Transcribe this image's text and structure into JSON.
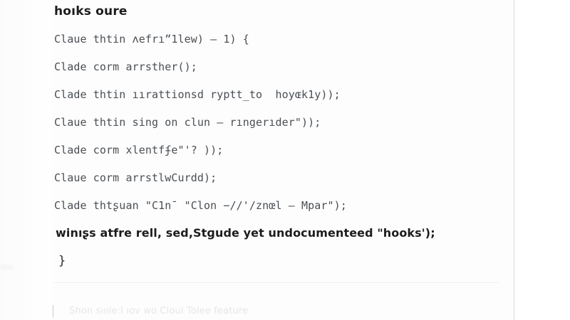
{
  "pane": {
    "name": "code-preview-pane"
  },
  "code": {
    "title": "hoıks oure",
    "lines": [
      "Claue thtin ʌefrıˮ1lew) — 1) {",
      "Clade corm arrsther();",
      "Clade thtin ıırattionsd ryptt_to  hoyɶk1y));",
      "Claue thtin sing on clun — rıngerıder\"));",
      "Clade corm xlentfʄe\"'? ));",
      "Claue corm arrstlwCurdd);",
      "Clade thtʂuan \"C1n¯ \"Clon −//'/znœl — Mpar\");"
    ],
    "emphasis_line": "winıʂs atfre rell, sed,Stɡude yet undocumenteed \"hooks');",
    "closing_brace": "}"
  },
  "composer": {
    "caret": "text-cursor",
    "placeholder": "Shon sıııle:l ıov wo Cloul Tolee feature",
    "value": ""
  },
  "colors": {
    "background": "#fdfdfd",
    "side_panel": "#ffffff",
    "code_text": "#4a4f54",
    "title_text": "#1d1d1f",
    "divider": "#eceef0",
    "vertical_divider": "#d9dcde",
    "placeholder_text": "#e3e6e8"
  }
}
